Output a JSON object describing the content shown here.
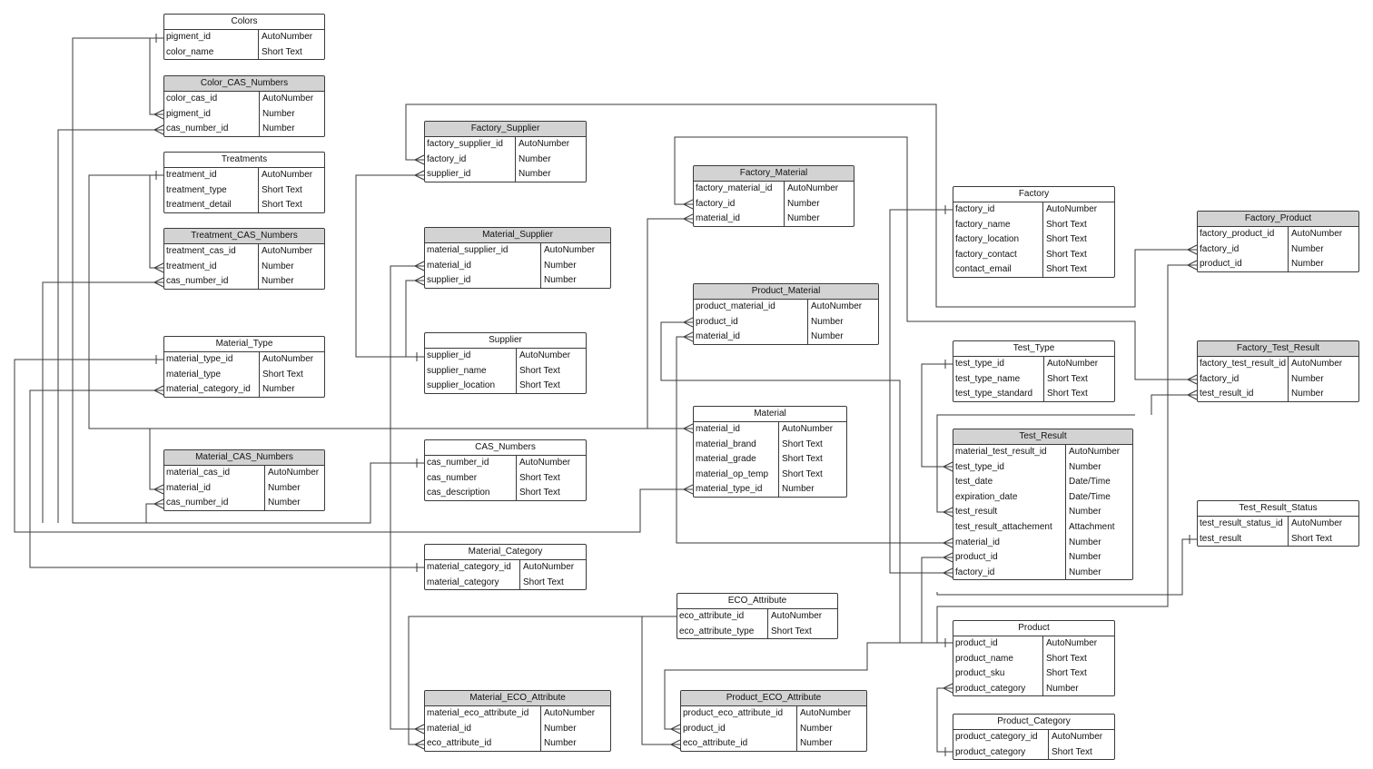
{
  "tables": [
    {
      "key": "colors",
      "name": "Colors",
      "junction": false,
      "fields": [
        [
          "pigment_id",
          "AutoNumber"
        ],
        [
          "color_name",
          "Short Text"
        ]
      ]
    },
    {
      "key": "color_cas",
      "name": "Color_CAS_Numbers",
      "junction": true,
      "fields": [
        [
          "color_cas_id",
          "AutoNumber"
        ],
        [
          "pigment_id",
          "Number"
        ],
        [
          "cas_number_id",
          "Number"
        ]
      ]
    },
    {
      "key": "treatments",
      "name": "Treatments",
      "junction": false,
      "fields": [
        [
          "treatment_id",
          "AutoNumber"
        ],
        [
          "treatment_type",
          "Short Text"
        ],
        [
          "treatment_detail",
          "Short Text"
        ]
      ]
    },
    {
      "key": "treatment_cas",
      "name": "Treatment_CAS_Numbers",
      "junction": true,
      "fields": [
        [
          "treatment_cas_id",
          "AutoNumber"
        ],
        [
          "treatment_id",
          "Number"
        ],
        [
          "cas_number_id",
          "Number"
        ]
      ]
    },
    {
      "key": "material_type",
      "name": "Material_Type",
      "junction": false,
      "fields": [
        [
          "material_type_id",
          "AutoNumber"
        ],
        [
          "material_type",
          "Short Text"
        ],
        [
          "material_category_id",
          "Number"
        ]
      ]
    },
    {
      "key": "material_cas",
      "name": "Material_CAS_Numbers",
      "junction": true,
      "fields": [
        [
          "material_cas_id",
          "AutoNumber"
        ],
        [
          "material_id",
          "Number"
        ],
        [
          "cas_number_id",
          "Number"
        ]
      ]
    },
    {
      "key": "factory_supplier",
      "name": "Factory_Supplier",
      "junction": true,
      "fields": [
        [
          "factory_supplier_id",
          "AutoNumber"
        ],
        [
          "factory_id",
          "Number"
        ],
        [
          "supplier_id",
          "Number"
        ]
      ]
    },
    {
      "key": "material_supplier",
      "name": "Material_Supplier",
      "junction": true,
      "fields": [
        [
          "material_supplier_id",
          "AutoNumber"
        ],
        [
          "material_id",
          "Number"
        ],
        [
          "supplier_id",
          "Number"
        ]
      ]
    },
    {
      "key": "supplier",
      "name": "Supplier",
      "junction": false,
      "fields": [
        [
          "supplier_id",
          "AutoNumber"
        ],
        [
          "supplier_name",
          "Short Text"
        ],
        [
          "supplier_location",
          "Short Text"
        ]
      ]
    },
    {
      "key": "cas_numbers",
      "name": "CAS_Numbers",
      "junction": false,
      "fields": [
        [
          "cas_number_id",
          "AutoNumber"
        ],
        [
          "cas_number",
          "Short Text"
        ],
        [
          "cas_description",
          "Short Text"
        ]
      ]
    },
    {
      "key": "material_category",
      "name": "Material_Category",
      "junction": false,
      "fields": [
        [
          "material_category_id",
          "AutoNumber"
        ],
        [
          "material_category",
          "Short Text"
        ]
      ]
    },
    {
      "key": "material_eco",
      "name": "Material_ECO_Attribute",
      "junction": true,
      "fields": [
        [
          "material_eco_attribute_id",
          "AutoNumber"
        ],
        [
          "material_id",
          "Number"
        ],
        [
          "eco_attribute_id",
          "Number"
        ]
      ]
    },
    {
      "key": "factory_material",
      "name": "Factory_Material",
      "junction": true,
      "fields": [
        [
          "factory_material_id",
          "AutoNumber"
        ],
        [
          "factory_id",
          "Number"
        ],
        [
          "material_id",
          "Number"
        ]
      ]
    },
    {
      "key": "product_material",
      "name": "Product_Material",
      "junction": true,
      "fields": [
        [
          "product_material_id",
          "AutoNumber"
        ],
        [
          "product_id",
          "Number"
        ],
        [
          "material_id",
          "Number"
        ]
      ]
    },
    {
      "key": "material",
      "name": "Material",
      "junction": false,
      "fields": [
        [
          "material_id",
          "AutoNumber"
        ],
        [
          "material_brand",
          "Short Text"
        ],
        [
          "material_grade",
          "Short Text"
        ],
        [
          "material_op_temp",
          "Short Text"
        ],
        [
          "material_type_id",
          "Number"
        ]
      ]
    },
    {
      "key": "eco_attribute",
      "name": "ECO_Attribute",
      "junction": false,
      "fields": [
        [
          "eco_attribute_id",
          "AutoNumber"
        ],
        [
          "eco_attribute_type",
          "Short Text"
        ]
      ]
    },
    {
      "key": "product_eco",
      "name": "Product_ECO_Attribute",
      "junction": true,
      "fields": [
        [
          "product_eco_attribute_id",
          "AutoNumber"
        ],
        [
          "product_id",
          "Number"
        ],
        [
          "eco_attribute_id",
          "Number"
        ]
      ]
    },
    {
      "key": "factory",
      "name": "Factory",
      "junction": false,
      "fields": [
        [
          "factory_id",
          "AutoNumber"
        ],
        [
          "factory_name",
          "Short Text"
        ],
        [
          "factory_location",
          "Short Text"
        ],
        [
          "factory_contact",
          "Short Text"
        ],
        [
          "contact_email",
          "Short Text"
        ]
      ]
    },
    {
      "key": "test_type",
      "name": "Test_Type",
      "junction": false,
      "fields": [
        [
          "test_type_id",
          "AutoNumber"
        ],
        [
          "test_type_name",
          "Short Text"
        ],
        [
          "test_type_standard",
          "Short Text"
        ]
      ]
    },
    {
      "key": "test_result",
      "name": "Test_Result",
      "junction": true,
      "fields": [
        [
          "material_test_result_id",
          "AutoNumber"
        ],
        [
          "test_type_id",
          "Number"
        ],
        [
          "test_date",
          "Date/Time"
        ],
        [
          "expiration_date",
          "Date/Time"
        ],
        [
          "test_result",
          "Number"
        ],
        [
          "test_result_attachement",
          "Attachment"
        ],
        [
          "material_id",
          "Number"
        ],
        [
          "product_id",
          "Number"
        ],
        [
          "factory_id",
          "Number"
        ]
      ]
    },
    {
      "key": "product",
      "name": "Product",
      "junction": false,
      "fields": [
        [
          "product_id",
          "AutoNumber"
        ],
        [
          "product_name",
          "Short Text"
        ],
        [
          "product_sku",
          "Short Text"
        ],
        [
          "product_category",
          "Number"
        ]
      ]
    },
    {
      "key": "product_category",
      "name": "Product_Category",
      "junction": false,
      "fields": [
        [
          "product_category_id",
          "AutoNumber"
        ],
        [
          "product_category",
          "Short Text"
        ]
      ]
    },
    {
      "key": "factory_product",
      "name": "Factory_Product",
      "junction": true,
      "fields": [
        [
          "factory_product_id",
          "AutoNumber"
        ],
        [
          "factory_id",
          "Number"
        ],
        [
          "product_id",
          "Number"
        ]
      ]
    },
    {
      "key": "factory_test_result",
      "name": "Factory_Test_Result",
      "junction": true,
      "fields": [
        [
          "factory_test_result_id",
          "AutoNumber"
        ],
        [
          "factory_id",
          "Number"
        ],
        [
          "test_result_id",
          "Number"
        ]
      ]
    },
    {
      "key": "test_result_status",
      "name": "Test_Result_Status",
      "junction": false,
      "fields": [
        [
          "test_result_status_id",
          "AutoNumber"
        ],
        [
          "test_result",
          "Short Text"
        ]
      ]
    }
  ],
  "relationships": [
    {
      "from": "colors.pigment_id",
      "to": "color_cas.pigment_id",
      "cardinality": "one-to-many"
    },
    {
      "from": "cas_numbers.cas_number_id",
      "to": "color_cas.cas_number_id",
      "cardinality": "one-to-many"
    },
    {
      "from": "treatments.treatment_id",
      "to": "treatment_cas.treatment_id",
      "cardinality": "one-to-many"
    },
    {
      "from": "cas_numbers.cas_number_id",
      "to": "treatment_cas.cas_number_id",
      "cardinality": "one-to-many"
    },
    {
      "from": "material_category.material_category_id",
      "to": "material_type.material_category_id",
      "cardinality": "one-to-many"
    },
    {
      "from": "material.material_id",
      "to": "material_cas.material_id",
      "cardinality": "one-to-many"
    },
    {
      "from": "cas_numbers.cas_number_id",
      "to": "material_cas.cas_number_id",
      "cardinality": "one-to-many"
    },
    {
      "from": "factory.factory_id",
      "to": "factory_supplier.factory_id",
      "cardinality": "one-to-many"
    },
    {
      "from": "supplier.supplier_id",
      "to": "factory_supplier.supplier_id",
      "cardinality": "one-to-many"
    },
    {
      "from": "material.material_id",
      "to": "material_supplier.material_id",
      "cardinality": "one-to-many"
    },
    {
      "from": "supplier.supplier_id",
      "to": "material_supplier.supplier_id",
      "cardinality": "one-to-many"
    },
    {
      "from": "factory.factory_id",
      "to": "factory_material.factory_id",
      "cardinality": "one-to-many"
    },
    {
      "from": "material.material_id",
      "to": "factory_material.material_id",
      "cardinality": "one-to-many"
    },
    {
      "from": "product.product_id",
      "to": "product_material.product_id",
      "cardinality": "one-to-many"
    },
    {
      "from": "material.material_id",
      "to": "product_material.material_id",
      "cardinality": "one-to-many"
    },
    {
      "from": "material_type.material_type_id",
      "to": "material.material_type_id",
      "cardinality": "one-to-many"
    },
    {
      "from": "material.material_id",
      "to": "material_eco.material_id",
      "cardinality": "one-to-many"
    },
    {
      "from": "eco_attribute.eco_attribute_id",
      "to": "material_eco.eco_attribute_id",
      "cardinality": "one-to-many"
    },
    {
      "from": "product.product_id",
      "to": "product_eco.product_id",
      "cardinality": "one-to-many"
    },
    {
      "from": "eco_attribute.eco_attribute_id",
      "to": "product_eco.eco_attribute_id",
      "cardinality": "one-to-many"
    },
    {
      "from": "test_type.test_type_id",
      "to": "test_result.test_type_id",
      "cardinality": "one-to-many"
    },
    {
      "from": "test_result_status.test_result_status_id",
      "to": "test_result.test_result",
      "cardinality": "one-to-many"
    },
    {
      "from": "material.material_id",
      "to": "test_result.material_id",
      "cardinality": "one-to-many"
    },
    {
      "from": "product.product_id",
      "to": "test_result.product_id",
      "cardinality": "one-to-many"
    },
    {
      "from": "factory.factory_id",
      "to": "test_result.factory_id",
      "cardinality": "one-to-many"
    },
    {
      "from": "factory.factory_id",
      "to": "factory_product.factory_id",
      "cardinality": "one-to-many"
    },
    {
      "from": "product.product_id",
      "to": "factory_product.product_id",
      "cardinality": "one-to-many"
    },
    {
      "from": "factory.factory_id",
      "to": "factory_test_result.factory_id",
      "cardinality": "one-to-many"
    },
    {
      "from": "test_result.material_test_result_id",
      "to": "factory_test_result.test_result_id",
      "cardinality": "one-to-many"
    },
    {
      "from": "product_category.product_category_id",
      "to": "product.product_category",
      "cardinality": "one-to-many"
    }
  ],
  "colors": {
    "header_fill": "#d3d3d3",
    "line": "#3a3a3a",
    "background": "#ffffff"
  }
}
